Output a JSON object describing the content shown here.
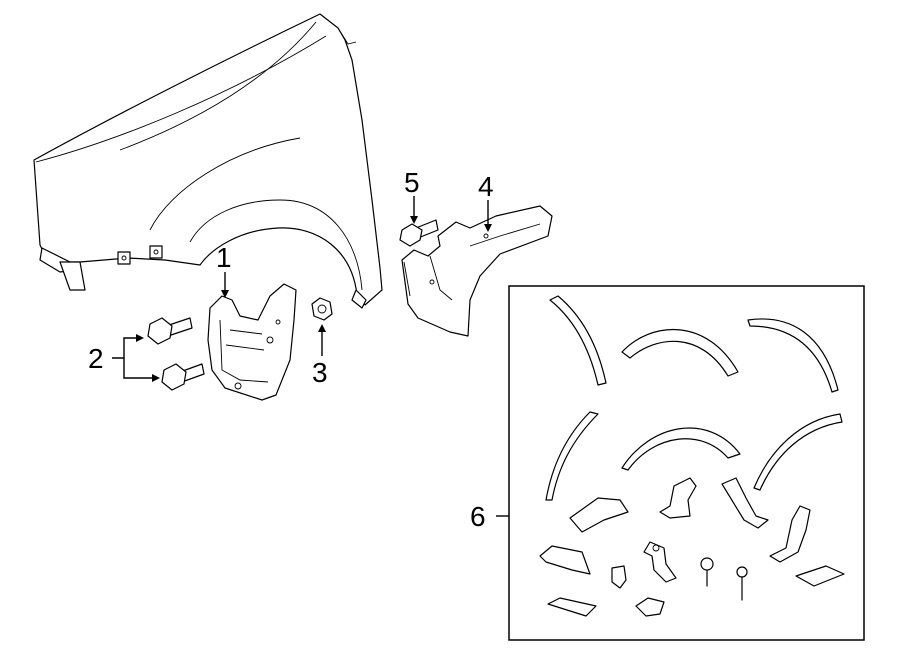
{
  "callouts": [
    {
      "id": "1",
      "label": "1"
    },
    {
      "id": "2",
      "label": "2"
    },
    {
      "id": "3",
      "label": "3"
    },
    {
      "id": "4",
      "label": "4"
    },
    {
      "id": "5",
      "label": "5"
    },
    {
      "id": "6",
      "label": "6"
    }
  ],
  "kit_box": {
    "callout": "6"
  },
  "colors": {
    "line": "#000000",
    "background": "#ffffff"
  }
}
